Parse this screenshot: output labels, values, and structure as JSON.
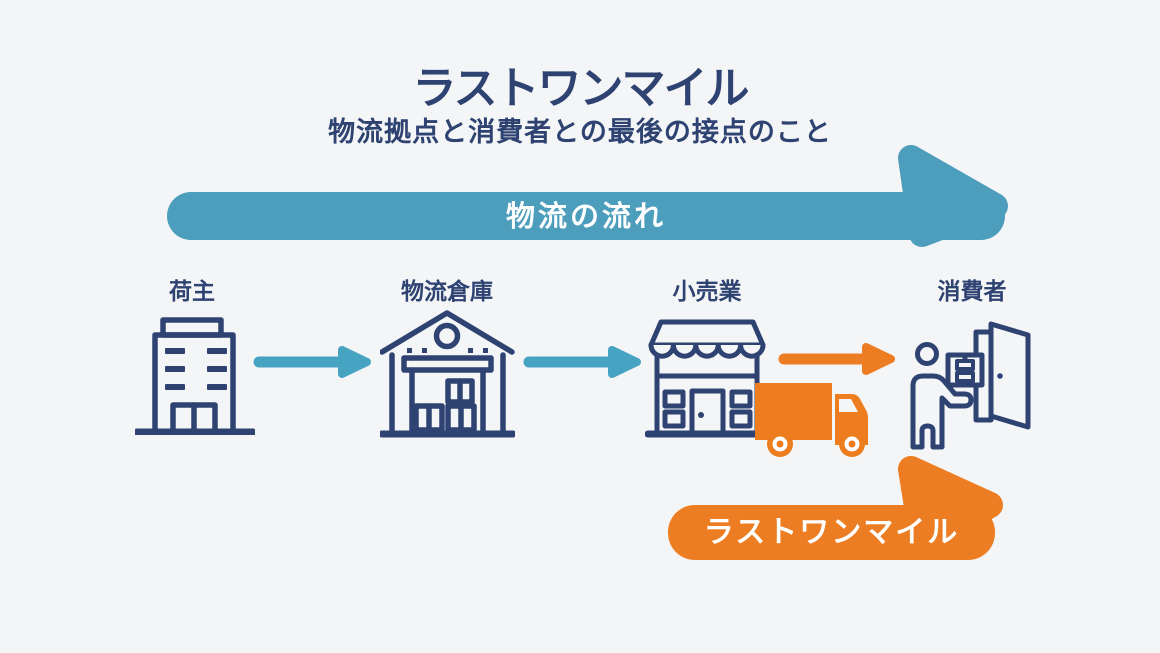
{
  "title": "ラストワンマイル",
  "subtitle": "物流拠点と消費者との最後の接点のこと",
  "flow_banner": {
    "label": "物流の流れ",
    "color": "#4C9EBC"
  },
  "lastmile_banner": {
    "label": "ラストワンマイル",
    "color": "#ED7D23"
  },
  "nodes": [
    {
      "id": "shipper",
      "label": "荷主",
      "icon": "office-building-icon"
    },
    {
      "id": "warehouse",
      "label": "物流倉庫",
      "icon": "warehouse-icon"
    },
    {
      "id": "retail",
      "label": "小売業",
      "icon": "storefront-icon"
    },
    {
      "id": "consumer",
      "label": "消費者",
      "icon": "delivery-at-door-icon"
    }
  ],
  "arrows": [
    {
      "from": "shipper",
      "to": "warehouse",
      "color": "#47A3C2"
    },
    {
      "from": "warehouse",
      "to": "retail",
      "color": "#47A3C2"
    },
    {
      "from": "retail",
      "to": "consumer",
      "color": "#ED7D23"
    }
  ],
  "truck": {
    "icon": "delivery-truck-icon",
    "color": "#EE7D1F"
  },
  "colors": {
    "navy": "#2E4372",
    "teal_banner": "#4C9EBC",
    "teal_arrow": "#47A3C2",
    "orange": "#ED7D23",
    "background": "#F4F5F6",
    "banner_text": "#FFFFFF"
  }
}
